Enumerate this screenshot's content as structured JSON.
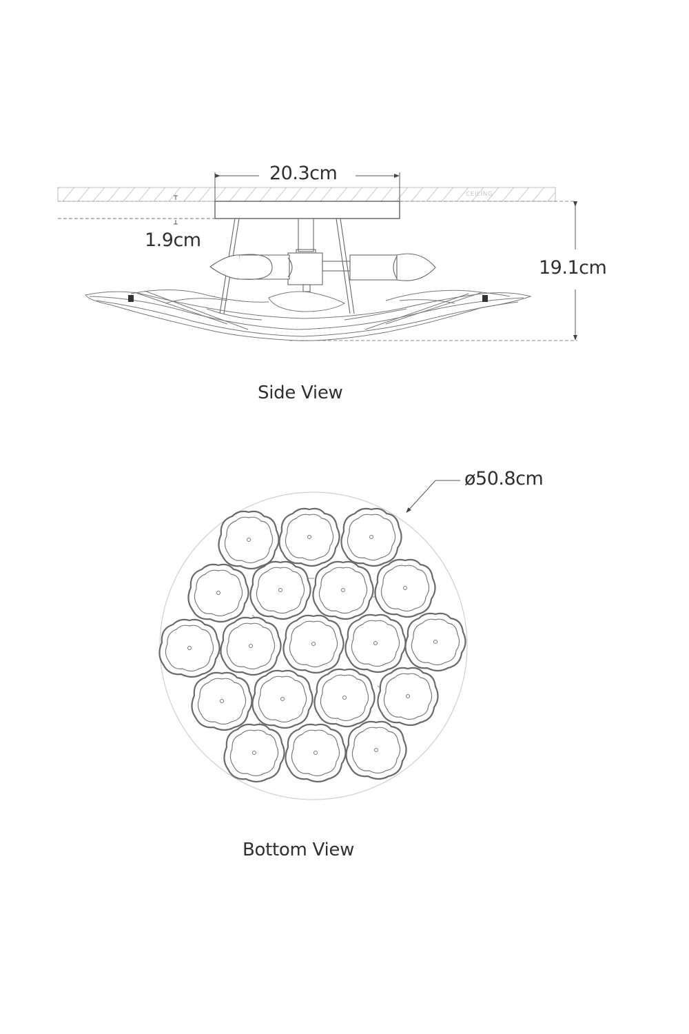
{
  "drawing": {
    "title": "Ceiling light fixture dimension drawing",
    "side_view": {
      "caption": "Side View",
      "ceiling_label": "CEILING",
      "canopy_width": "20.3cm",
      "canopy_height": "1.9cm",
      "overall_height": "19.1cm",
      "bulb_count_visible": 2
    },
    "bottom_view": {
      "caption": "Bottom View",
      "diameter": "ø50.8cm",
      "flower_count": 19,
      "flower_rows": [
        3,
        4,
        5,
        4,
        3
      ]
    },
    "colors": {
      "line": "#555555",
      "light_line": "#bbbbbb",
      "hatch": "#c4c4c4",
      "text": "#2f2f2f"
    }
  }
}
